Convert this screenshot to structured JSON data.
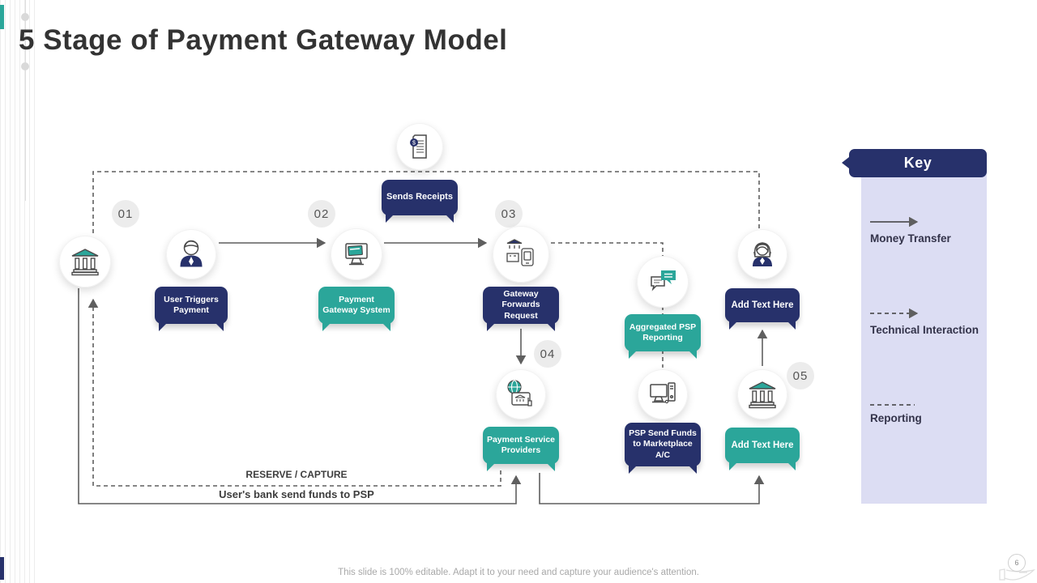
{
  "slide": {
    "title": "5 Stage of Payment Gateway Model",
    "footer": "This slide is 100% editable. Adapt it to your need and capture your audience's attention.",
    "page_number": "6"
  },
  "colors": {
    "navy": "#27316B",
    "teal": "#2BA69A",
    "key_panel": "#DCDDF3",
    "badge_bg": "#ECECEC",
    "connector": "#5f5f5f",
    "title_text": "#333333",
    "footer_text": "#A8A8A8"
  },
  "diagram": {
    "badges": [
      {
        "label": "01"
      },
      {
        "label": "02"
      },
      {
        "label": "03"
      },
      {
        "label": "04"
      },
      {
        "label": "05"
      }
    ],
    "boxes": [
      {
        "label": "Sends Receipts",
        "color": "navy"
      },
      {
        "label": "User Triggers Payment",
        "color": "navy"
      },
      {
        "label": "Payment Gateway System",
        "color": "teal"
      },
      {
        "label": "Gateway Forwards Request",
        "color": "navy"
      },
      {
        "label": "Payment Service Providers",
        "color": "teal"
      },
      {
        "label": "Aggregated PSP Reporting",
        "color": "teal"
      },
      {
        "label": "PSP Send Funds to Marketplace A/C",
        "color": "navy"
      },
      {
        "label": "Add Text Here",
        "color": "navy"
      },
      {
        "label": "Add Text Here",
        "color": "teal"
      }
    ],
    "icons": [
      "bank-icon",
      "male-user-icon",
      "monitor-card-icon",
      "receipt-icon",
      "bank-phone-icon",
      "chat-bubbles-icon",
      "globe-tablet-icon",
      "desktop-computer-icon",
      "female-user-icon",
      "bank-icon"
    ],
    "annotations": {
      "reserve_capture": "RESERVE / CAPTURE",
      "bank_funds": "User's bank send funds to PSP"
    }
  },
  "key": {
    "title": "Key",
    "items": [
      {
        "style": "solid-arrow",
        "label": "Money Transfer"
      },
      {
        "style": "dashed-arrow",
        "label": "Technical Interaction"
      },
      {
        "style": "dashed-line",
        "label": "Reporting"
      }
    ]
  }
}
